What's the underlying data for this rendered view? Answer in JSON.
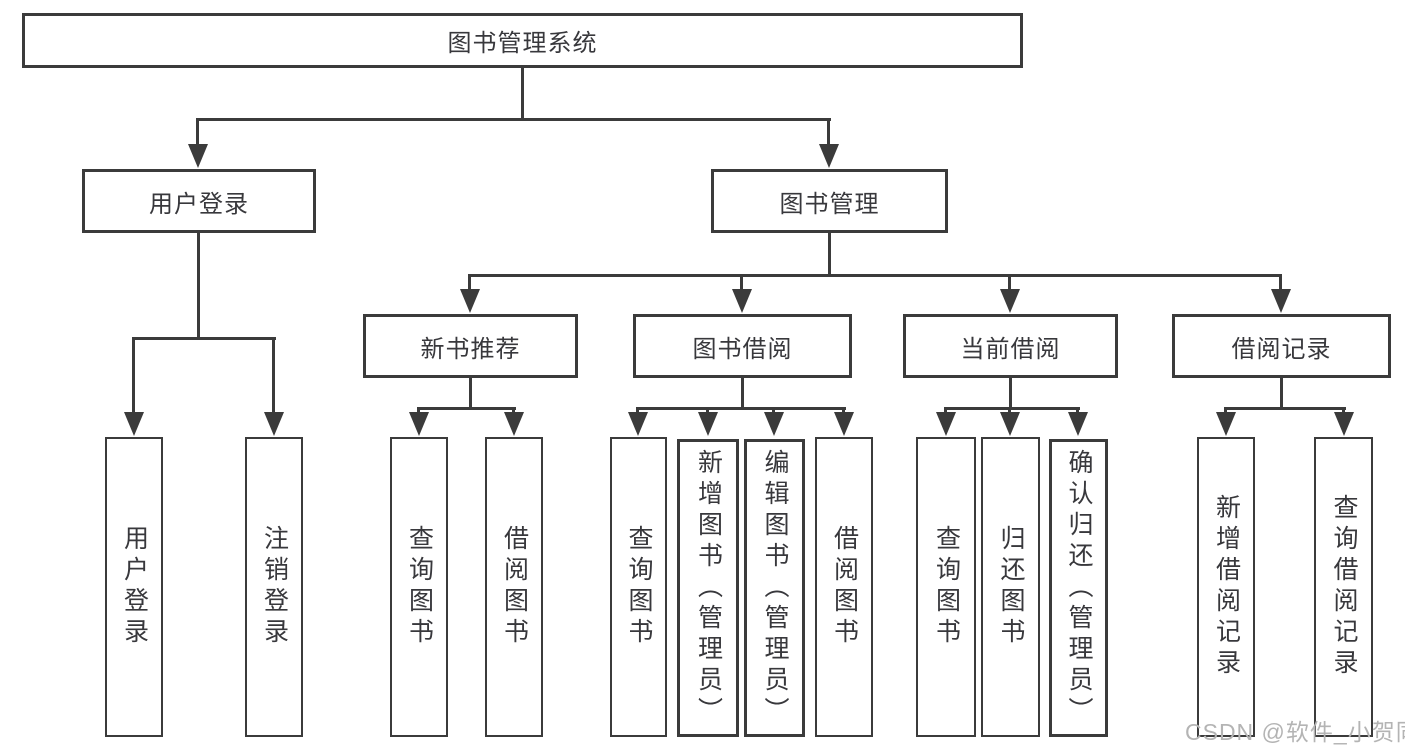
{
  "diagram": {
    "title": "图书管理系统",
    "root": {
      "label": "图书管理系统"
    },
    "level2": [
      {
        "id": "user-login-module",
        "label": "用户登录"
      },
      {
        "id": "book-management-module",
        "label": "图书管理"
      }
    ],
    "level3": [
      {
        "id": "new-book-recommend",
        "label": "新书推荐"
      },
      {
        "id": "book-borrow",
        "label": "图书借阅"
      },
      {
        "id": "current-borrow",
        "label": "当前借阅"
      },
      {
        "id": "borrow-records",
        "label": "借阅记录"
      }
    ],
    "leaves": [
      {
        "id": "user-login",
        "label": "用户登录",
        "parent": "用户登录"
      },
      {
        "id": "logout",
        "label": "注销登录",
        "parent": "用户登录"
      },
      {
        "id": "query-books-1",
        "label": "查询图书",
        "parent": "新书推荐"
      },
      {
        "id": "borrow-books-1",
        "label": "借阅图书",
        "parent": "新书推荐"
      },
      {
        "id": "query-books-2",
        "label": "查询图书",
        "parent": "图书借阅"
      },
      {
        "id": "add-books-admin",
        "label": "新增图书（管理员）",
        "parent": "图书借阅"
      },
      {
        "id": "edit-books-admin",
        "label": "编辑图书（管理员）",
        "parent": "图书借阅"
      },
      {
        "id": "borrow-books-2",
        "label": "借阅图书",
        "parent": "图书借阅"
      },
      {
        "id": "query-books-3",
        "label": "查询图书",
        "parent": "当前借阅"
      },
      {
        "id": "return-books",
        "label": "归还图书",
        "parent": "当前借阅"
      },
      {
        "id": "confirm-return-admin",
        "label": "确认归还（管理员）",
        "parent": "当前借阅"
      },
      {
        "id": "add-borrow-record",
        "label": "新增借阅记录",
        "parent": "借阅记录"
      },
      {
        "id": "query-borrow-record",
        "label": "查询借阅记录",
        "parent": "借阅记录"
      }
    ],
    "colors": {
      "line": "#3b3b3b",
      "text": "#38383c",
      "background": "#ffffff",
      "watermark": "#b4b4b4"
    }
  },
  "watermark": {
    "text": "CSDN @软件_小贺同学"
  }
}
